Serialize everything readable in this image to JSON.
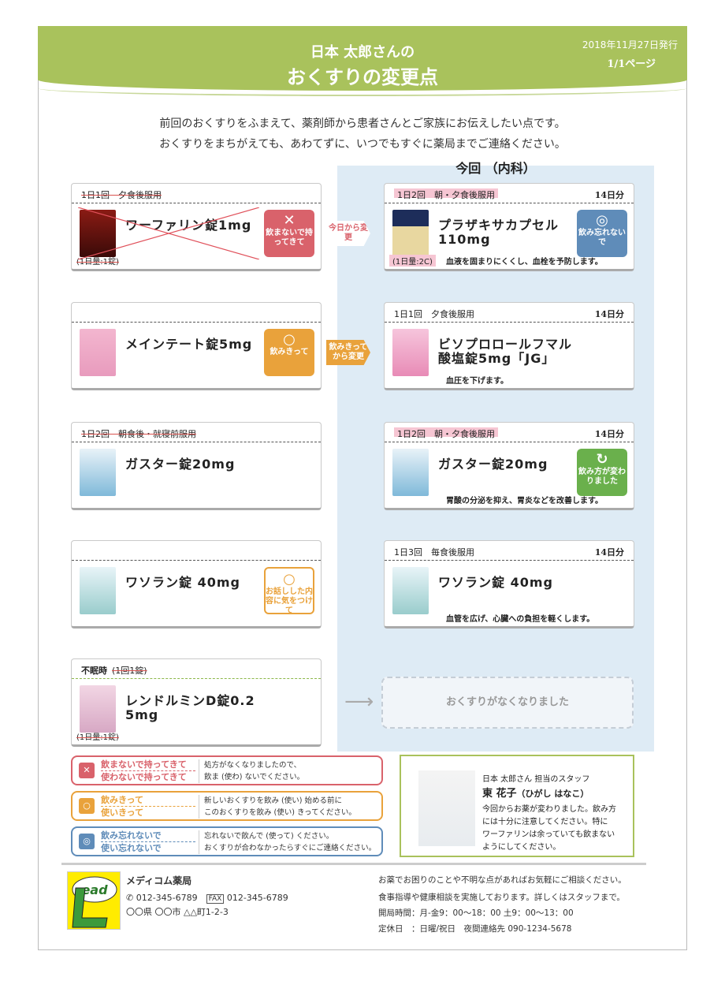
{
  "header": {
    "patient_name": "日本 太郎さんの",
    "title": "おくすりの変更点",
    "issue_date": "2018年11月27日発行",
    "page": "1/1ページ"
  },
  "intro": [
    "前回のおくすりをふまえて、薬剤師から患者さんとご家族にお伝えしたい点です。",
    "おくすりをまちがえても、あわてずに、いつでもすぐに薬局までご連絡ください。"
  ],
  "current_title": "今回 （内科）",
  "colors": {
    "header_green": "#a9c25c",
    "red": "#d9626b",
    "orange": "#e9a23b",
    "blue": "#5f8cb9",
    "green": "#6ab04c",
    "panel": "#deebf5"
  },
  "previous": [
    {
      "dosage": "1日1回　夕食後服用",
      "dosage_struck": true,
      "name": "ワーファリン錠1mg",
      "badge": {
        "icon": "x-icon",
        "label": "飲まないで持ってきて",
        "color": "red"
      },
      "daily": "(1日量:1錠)",
      "crossed": true,
      "arrow": {
        "label": "今日から変更",
        "color": "red"
      }
    },
    {
      "dosage": "",
      "name": "メインテート錠5mg",
      "badge": {
        "icon": "circle-icon",
        "label": "飲みきって",
        "color": "orange"
      },
      "arrow": {
        "label": "飲みきってから変更",
        "color": "orange"
      }
    },
    {
      "dosage": "1日2回　朝食後・就寝前服用",
      "dosage_struck": true,
      "name": "ガスター錠20mg"
    },
    {
      "dosage": "",
      "name": "ワソラン錠 40mg",
      "badge": {
        "icon": "circle-icon",
        "label": "お話しした内容に気をつけて",
        "color": "orange",
        "outline": true
      }
    },
    {
      "dosage": "不眠時",
      "dosage_extra": "(1回1錠)",
      "name": "レンドルミンD錠0.2 5mg",
      "daily": "(1日量:1錠)"
    }
  ],
  "current": [
    {
      "dosage": "1日2回　朝・夕食後服用",
      "highlight": true,
      "days": "14日分",
      "name": "プラザキサカプセル110mg",
      "badge": {
        "icon": "double-circle-icon",
        "label": "飲み忘れないで",
        "color": "blue"
      },
      "daily": "(1日量:2C)",
      "note": "血液を固まりにくくし、血栓を予防します。"
    },
    {
      "dosage": "1日1回　夕食後服用",
      "days": "14日分",
      "name": "ビソプロロールフマル酸塩錠5mg「JG」",
      "note": "血圧を下げます。"
    },
    {
      "dosage": "1日2回　朝・夕食後服用",
      "highlight": true,
      "days": "14日分",
      "name": "ガスター錠20mg",
      "badge": {
        "icon": "redo-arrow-icon",
        "label": "飲み方が変わりました",
        "color": "green"
      },
      "note": "胃酸の分泌を抑え、胃炎などを改善します。"
    },
    {
      "dosage": "1日3回　毎食後服用",
      "days": "14日分",
      "name": "ワソラン錠 40mg",
      "note": "血管を広げ、心臓への負担を軽くします。"
    }
  ],
  "discontinued_label": "おくすりがなくなりました",
  "legend": [
    {
      "icon": "x-icon",
      "color": "red",
      "labels": [
        "飲まないで持ってきて",
        "使わないで持ってきて"
      ],
      "desc": [
        "処方がなくなりましたので、",
        "飲ま (使わ) ないでください。"
      ]
    },
    {
      "icon": "circle-icon",
      "color": "orange",
      "labels": [
        "飲みきって",
        "使いきって"
      ],
      "desc": [
        "新しいおくすりを飲み (使い) 始める前に",
        "このおくすりを飲み (使い) きってください。"
      ]
    },
    {
      "icon": "double-circle-icon",
      "color": "blue",
      "labels": [
        "飲み忘れないで",
        "使い忘れないで"
      ],
      "desc": [
        "忘れないで飲んで (使って) ください。",
        "おくすりが合わなかったらすぐにご連絡ください。"
      ]
    }
  ],
  "staff": {
    "role": "日本 太郎さん 担当のスタッフ",
    "name": "東 花子",
    "kana": "（ひがし はなこ）",
    "message": [
      "今回からお薬が変わりました。飲み方",
      "には十分に注意してください。特に",
      "ワーファリンは余っていても飲まない",
      "ようにしてください。"
    ]
  },
  "pharmacy": {
    "logo_text": "Lead",
    "name": "メディコム薬局",
    "tel": "012-345-6789",
    "fax_label": "FAX",
    "fax": "012-345-6789",
    "address": "〇〇県 〇〇市 △△町1-2-3",
    "info": [
      "お薬でお困りのことや不明な点があればお気軽にご相談ください。",
      "食事指導や健康相談を実施しております。詳しくはスタッフまで。",
      "開局時間：月-金9：00〜18：00 土9：00〜13：00",
      "定休日　：日曜/祝日　夜間連絡先 090-1234-5678"
    ]
  }
}
